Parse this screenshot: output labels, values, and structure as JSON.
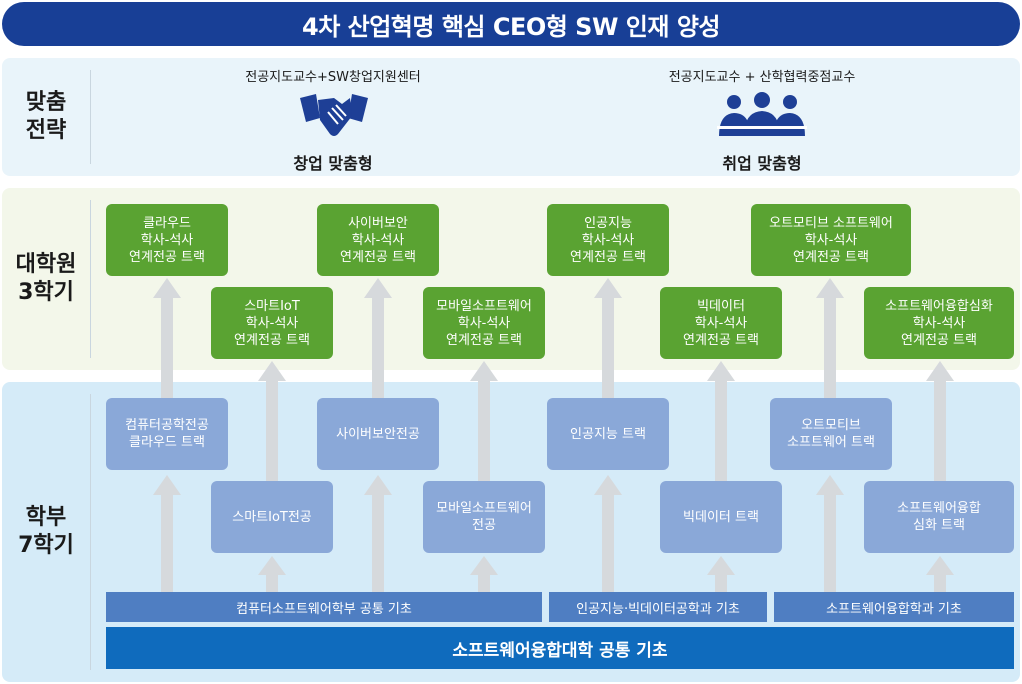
{
  "title": "4차 산업혁명 핵심  CEO형 SW 인재 양성",
  "rows": {
    "strategy": [
      "맞춤",
      "전략"
    ],
    "grad": [
      "대학원",
      "3학기"
    ],
    "undergrad": [
      "학부",
      "7학기"
    ]
  },
  "strategy": {
    "startup": {
      "caption": "전공지도교수+SW창업지원센터",
      "label": "창업 맞춤형",
      "icon": "handshake-icon"
    },
    "employment": {
      "caption": "전공지도교수 + 산학협력중점교수",
      "label": "취업 맞춤형",
      "icon": "people-group-icon"
    }
  },
  "grad_tracks": [
    [
      "클라우드",
      "학사-석사",
      "연계전공 트랙"
    ],
    [
      "스마트IoT",
      "학사-석사",
      "연계전공 트랙"
    ],
    [
      "사이버보안",
      "학사-석사",
      "연계전공 트랙"
    ],
    [
      "모바일소프트웨어",
      "학사-석사",
      "연계전공 트랙"
    ],
    [
      "인공지능",
      "학사-석사",
      "연계전공 트랙"
    ],
    [
      "빅데이터",
      "학사-석사",
      "연계전공 트랙"
    ],
    [
      "오트모티브 소프트웨어",
      "학사-석사",
      "연계전공 트랙"
    ],
    [
      "소프트웨어융합심화",
      "학사-석사",
      "연계전공 트랙"
    ]
  ],
  "undergrad_tracks": [
    [
      "컴퓨터공학전공",
      "클라우드 트랙"
    ],
    [
      "스마트IoT전공"
    ],
    [
      "사이버보안전공"
    ],
    [
      "모바일소프트웨어",
      "전공"
    ],
    [
      "인공지능 트랙"
    ],
    [
      "빅데이터 트랙"
    ],
    [
      "오트모티브",
      "소프트웨어 트랙"
    ],
    [
      "소프트웨어융합",
      "심화 트랙"
    ]
  ],
  "foundations": {
    "cs_dept": "컴퓨터소프트웨어학부 공통 기초",
    "ai_bigdata": "인공지능·빅데이터공학과 기초",
    "sw_convergence": "소프트웨어융합학과 기초",
    "college": "소프트웨어융합대학 공통 기초"
  },
  "colors": {
    "banner": "#183f96",
    "green_box": "#5aa332",
    "blue_box": "#8aa8d8",
    "foundation_bar": "#4f7ec2",
    "college_bar": "#0f6bbd",
    "arrow": "#d6d9dc"
  }
}
